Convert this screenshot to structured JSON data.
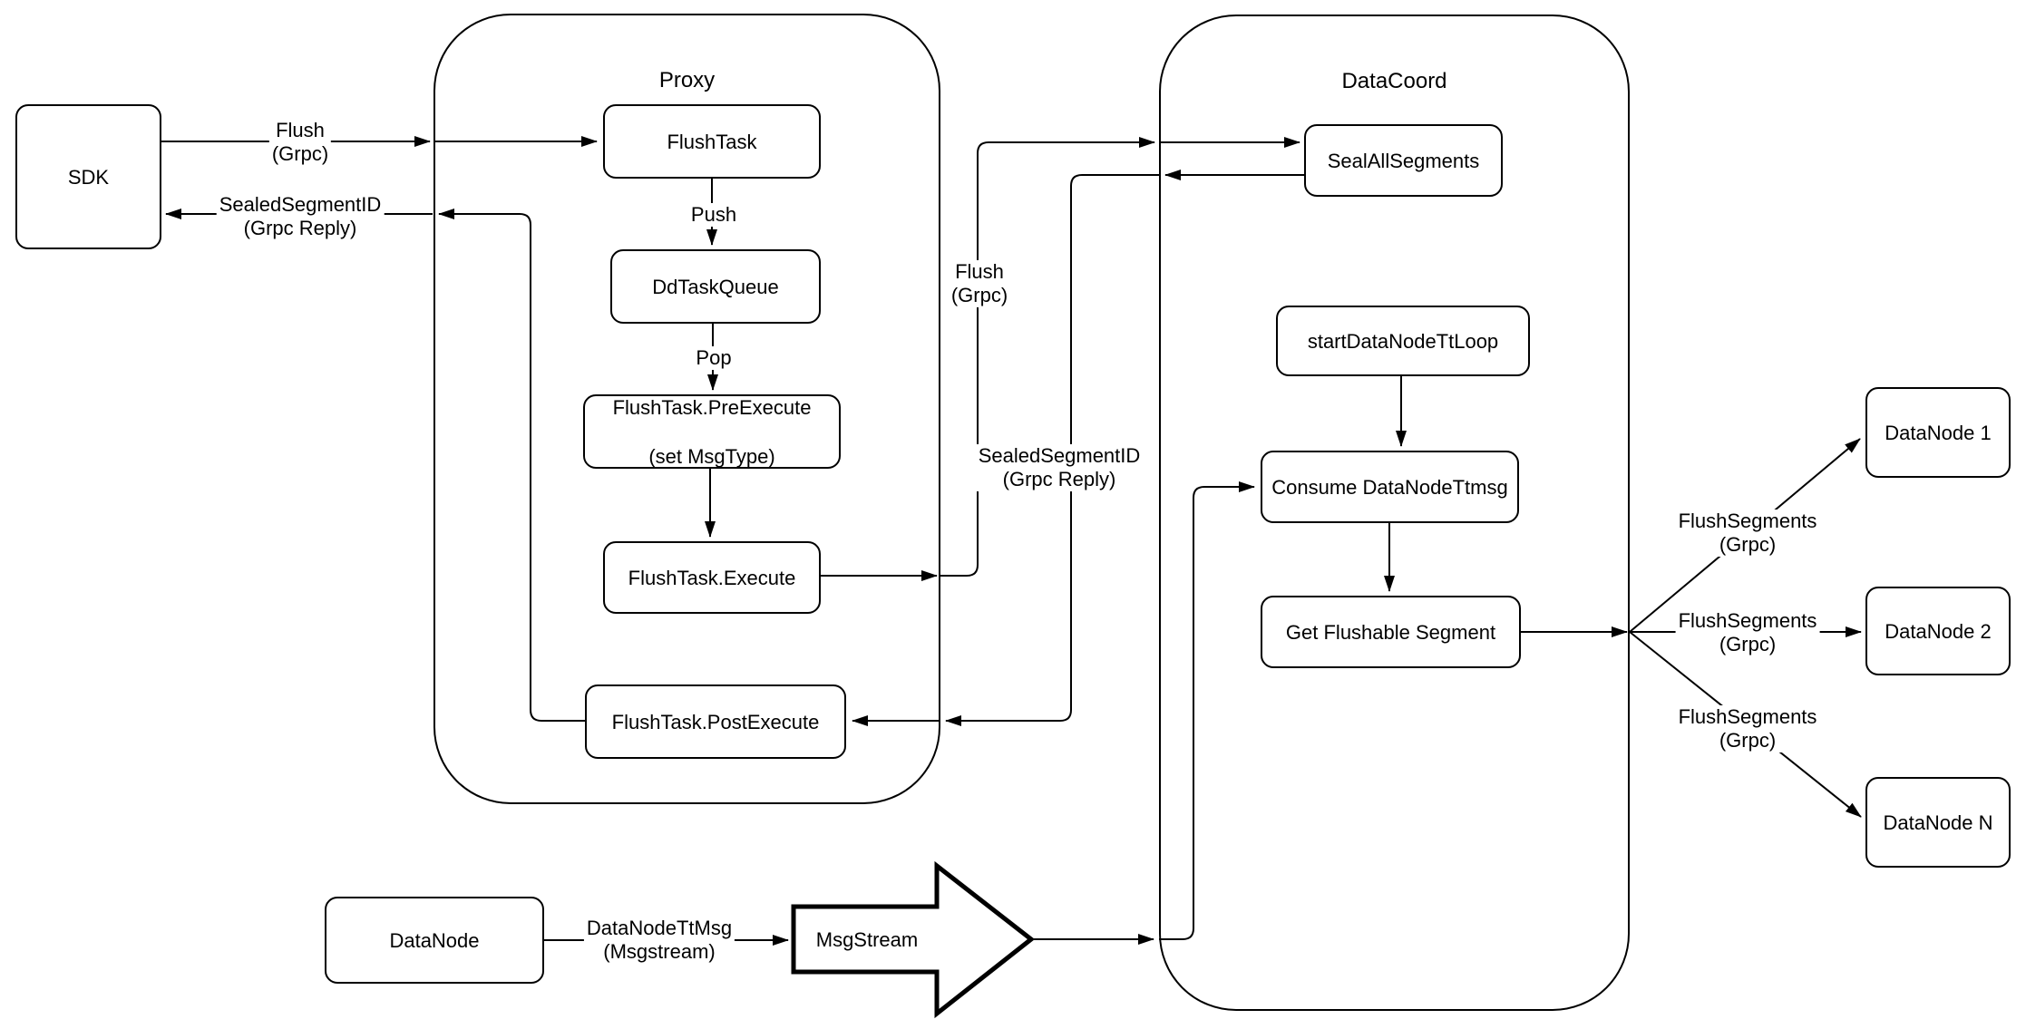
{
  "diagram": {
    "colors": {
      "stroke": "#000000",
      "node_fill": "#ffffff",
      "background": "#ffffff"
    },
    "containers": [
      {
        "id": "proxy",
        "label": "Proxy"
      },
      {
        "id": "datacoord",
        "label": "DataCoord"
      }
    ],
    "nodes": [
      {
        "id": "sdk",
        "lines": [
          "SDK"
        ]
      },
      {
        "id": "flush-task",
        "lines": [
          "FlushTask"
        ]
      },
      {
        "id": "dd-task-queue",
        "lines": [
          "DdTaskQueue"
        ]
      },
      {
        "id": "pre-execute",
        "lines": [
          "FlushTask.PreExecute",
          "(set MsgType)"
        ]
      },
      {
        "id": "execute",
        "lines": [
          "FlushTask.Execute"
        ]
      },
      {
        "id": "post-execute",
        "lines": [
          "FlushTask.PostExecute"
        ]
      },
      {
        "id": "seal-all-segments",
        "lines": [
          "SealAllSegments"
        ]
      },
      {
        "id": "start-datanode-ttloop",
        "lines": [
          "startDataNodeTtLoop"
        ]
      },
      {
        "id": "consume-datanode-ttmsg",
        "lines": [
          "Consume DataNodeTtmsg"
        ]
      },
      {
        "id": "get-flushable-segment",
        "lines": [
          "Get Flushable Segment"
        ]
      },
      {
        "id": "datanode-1",
        "lines": [
          "DataNode 1"
        ]
      },
      {
        "id": "datanode-2",
        "lines": [
          "DataNode 2"
        ]
      },
      {
        "id": "datanode-n",
        "lines": [
          "DataNode N"
        ]
      },
      {
        "id": "datanode-bottom",
        "lines": [
          "DataNode"
        ]
      }
    ],
    "msgstream": {
      "label": "MsgStream"
    },
    "edge_labels": [
      {
        "id": "flush-grpc-sdk",
        "lines": [
          "Flush",
          "(Grpc)"
        ]
      },
      {
        "id": "sealed-reply-sdk",
        "lines": [
          "SealedSegmentID",
          "(Grpc Reply)"
        ]
      },
      {
        "id": "push",
        "lines": [
          "Push"
        ]
      },
      {
        "id": "pop",
        "lines": [
          "Pop"
        ]
      },
      {
        "id": "flush-grpc-mid",
        "lines": [
          "Flush",
          "(Grpc)"
        ]
      },
      {
        "id": "sealed-reply-mid",
        "lines": [
          "SealedSegmentID",
          "(Grpc Reply)"
        ]
      },
      {
        "id": "flush-segments-1",
        "lines": [
          "FlushSegments",
          "(Grpc)"
        ]
      },
      {
        "id": "flush-segments-2",
        "lines": [
          "FlushSegments",
          "(Grpc)"
        ]
      },
      {
        "id": "flush-segments-3",
        "lines": [
          "FlushSegments",
          "(Grpc)"
        ]
      },
      {
        "id": "datanode-ttmsg",
        "lines": [
          "DataNodeTtMsg",
          "(Msgstream)"
        ]
      }
    ]
  }
}
